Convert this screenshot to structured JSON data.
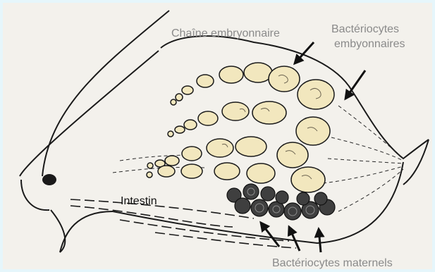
{
  "labels": {
    "embryo_chain": "Chaîne embryonnaire",
    "embryo_bacteriocytes_line1": "Bactériocytes",
    "embryo_bacteriocytes_line2": "embyonnaires",
    "intestine": "Intestin",
    "maternal_bacteriocytes": "Bactériocytes maternels"
  },
  "colors": {
    "background_frame": "#e6f6fb",
    "drawing_paper": "#f3f1ec",
    "ink": "#1a1a1a",
    "embryo_fill": "#f2e7be",
    "bacteriocyte_fill": "#3a3a3a",
    "label_grey": "#8a8a8a"
  }
}
